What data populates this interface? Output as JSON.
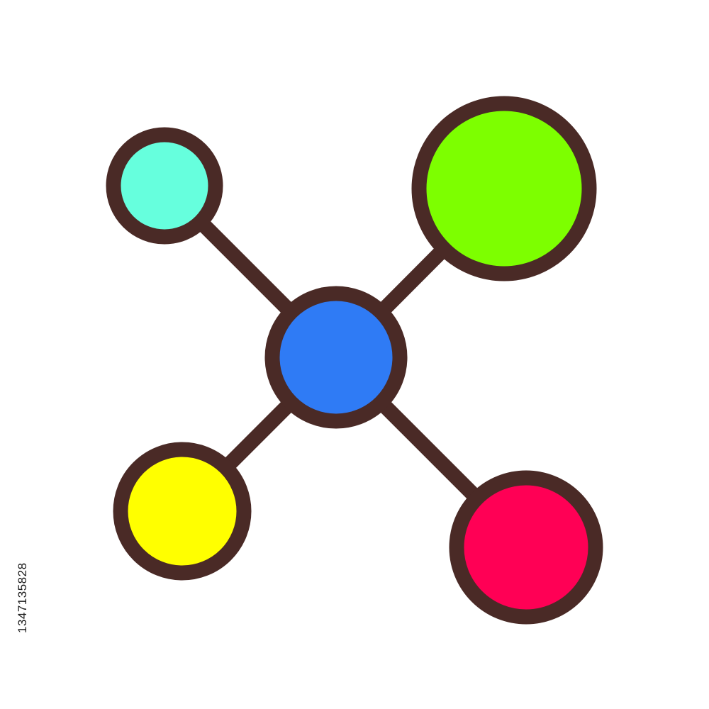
{
  "diagram": {
    "type": "network-hub-icon",
    "stroke_color": "#4a2a26",
    "nodes": [
      {
        "id": "center",
        "name": "hub-node-blue",
        "fill": "#2f7bf5"
      },
      {
        "id": "top_left",
        "name": "node-teal",
        "fill": "#66ffdd"
      },
      {
        "id": "top_right",
        "name": "node-lime",
        "fill": "#7dff00"
      },
      {
        "id": "bottom_left",
        "name": "node-yellow",
        "fill": "#ffff00"
      },
      {
        "id": "bottom_right",
        "name": "node-crimson",
        "fill": "#ff0055"
      }
    ],
    "edges": [
      {
        "from": "center",
        "to": "top_left"
      },
      {
        "from": "center",
        "to": "top_right"
      },
      {
        "from": "center",
        "to": "bottom_left"
      },
      {
        "from": "center",
        "to": "bottom_right"
      }
    ]
  },
  "stock_id": "1347135828"
}
